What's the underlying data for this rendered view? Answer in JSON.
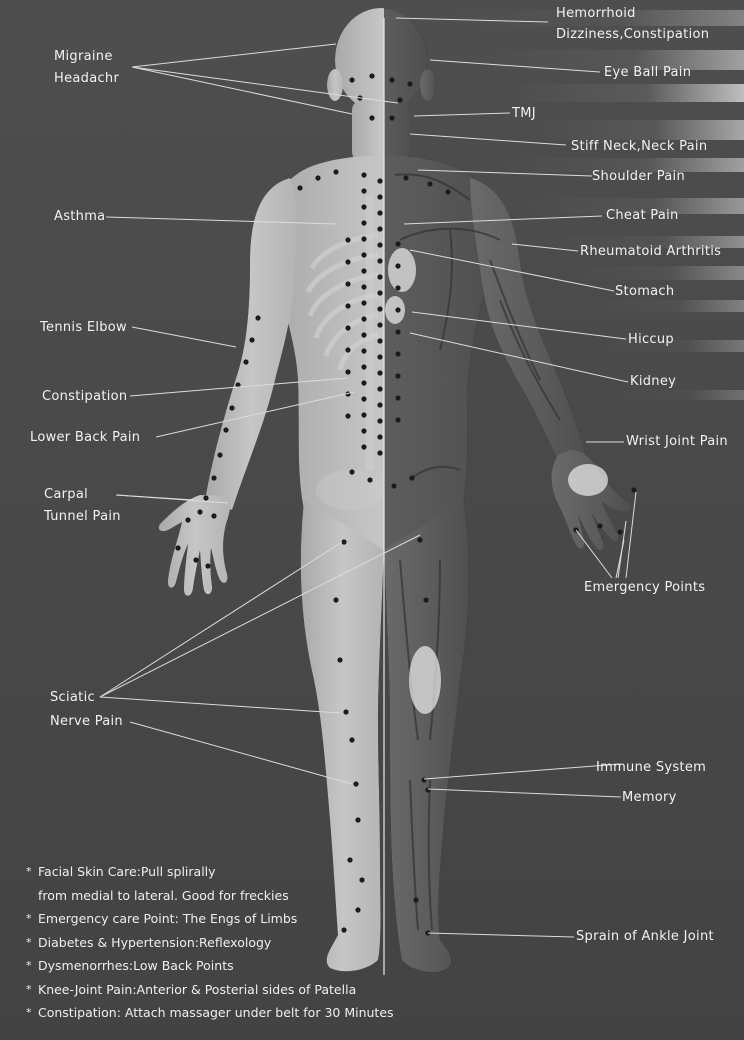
{
  "labels": {
    "hemorrhoid": "Hemorrhoid",
    "dizziness": "Dizziness,Constipation",
    "eye_ball_pain": "Eye Ball Pain",
    "tmj": "TMJ",
    "stiff_neck": "Stiff Neck,Neck Pain",
    "shoulder_pain": "Shoulder Pain",
    "cheat_pain": "Cheat Pain",
    "rheumatoid": "Rheumatoid Arthritis",
    "stomach": "Stomach",
    "hiccup": "Hiccup",
    "kidney": "Kidney",
    "wrist_joint_pain": "Wrist Joint Pain",
    "emergency_points": "Emergency Points",
    "immune_system": "Immune System",
    "memory": "Memory",
    "sprain_ankle": "Sprain of Ankle Joint",
    "migraine": "Migraine",
    "headachr": "Headachr",
    "asthma": "Asthma",
    "tennis_elbow": "Tennis Elbow",
    "constipation": "Constipation",
    "lower_back_pain": "Lower Back Pain",
    "carpal": "Carpal",
    "tunnel_pain": "Tunnel Pain",
    "sciatic": "Sciatic",
    "nerve_pain": "Nerve Pain"
  },
  "tips": {
    "bullet": "*",
    "facial_1": "Facial Skin Care:Pull splirally",
    "facial_2": "from medial to lateral. Good for freckies",
    "emergency": "Emergency care Point: The Engs of Limbs",
    "diabetes": "Diabetes & Hypertension:Reflexology",
    "dysmenorrhes": "Dysmenorrhes:Low Back Points",
    "knee": "Knee-Joint Pain:Anterior & Posterial sides of Patella",
    "constipation": "Constipation: Attach massager under belt for 30 Minutes"
  },
  "colors": {
    "background": "#4a4a4a",
    "body_light": "#b9b9b9",
    "body_dark": "#5a5a5a",
    "text": "#f2f2f2",
    "leader_line": "#e0e0e0",
    "acupoint": "#1c1c1c"
  }
}
